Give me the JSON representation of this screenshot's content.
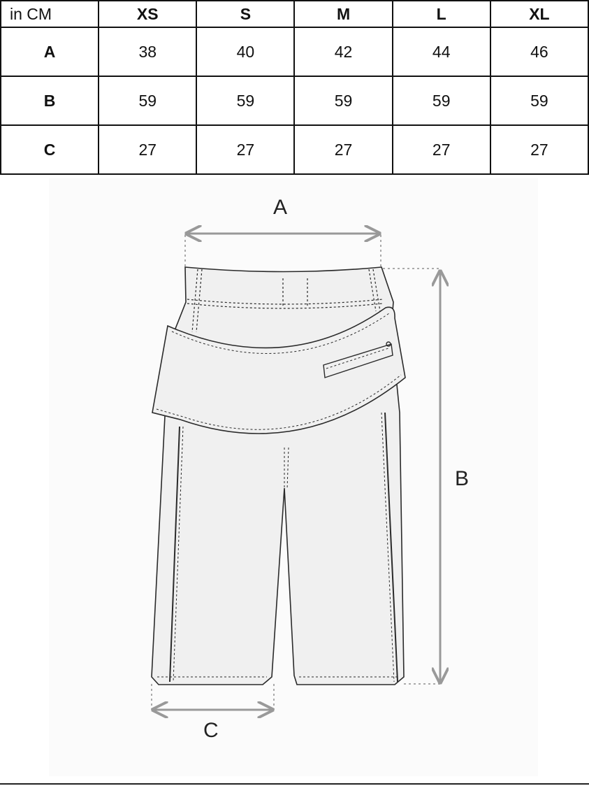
{
  "table": {
    "unit_label": "in CM",
    "sizes": [
      "XS",
      "S",
      "M",
      "L",
      "XL"
    ],
    "rows": [
      {
        "label": "A",
        "values": [
          "38",
          "40",
          "42",
          "44",
          "46"
        ]
      },
      {
        "label": "B",
        "values": [
          "59",
          "59",
          "59",
          "59",
          "59"
        ]
      },
      {
        "label": "C",
        "values": [
          "27",
          "27",
          "27",
          "27",
          "27"
        ]
      }
    ]
  },
  "drawing": {
    "label_a": "A",
    "label_b": "B",
    "label_c": "C"
  }
}
